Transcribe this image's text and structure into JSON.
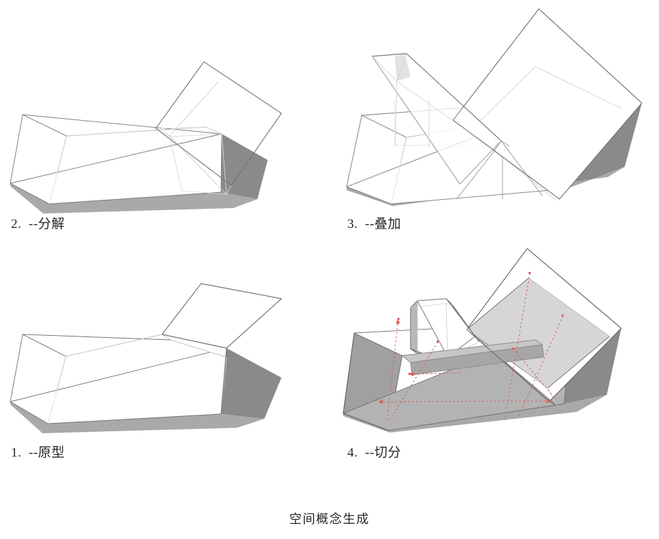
{
  "figure": {
    "caption": "空间概念生成",
    "background_color": "#ffffff",
    "line_color": "#767676",
    "faint_line_color": "#d7d7d7",
    "shadow_dark_color": "#8a8a8a",
    "shadow_light_color": "#a9a9a9",
    "wall_grey_color": "#a0a0a0",
    "wall_light_grey_color": "#c9c9c9",
    "annotation_red": "#e8araa"
  },
  "panels": [
    {
      "id": "panel-2",
      "number": "2.",
      "dash": "--",
      "name": "分解",
      "caption": "2.  --分解",
      "description": "decomposition-diagram"
    },
    {
      "id": "panel-3",
      "number": "3.",
      "dash": "--",
      "name": "叠加",
      "caption": "3.  --叠加",
      "description": "superposition-diagram"
    },
    {
      "id": "panel-1",
      "number": "1.",
      "dash": "--",
      "name": "原型",
      "caption": "1.  --原型",
      "description": "prototype-diagram"
    },
    {
      "id": "panel-4",
      "number": "4.",
      "dash": "--",
      "name": "切分",
      "caption": "4.  --切分",
      "description": "subdivision-diagram"
    }
  ],
  "annotations": {
    "red_dotted_axes_count": 7,
    "red_color": "#e05b5b"
  }
}
